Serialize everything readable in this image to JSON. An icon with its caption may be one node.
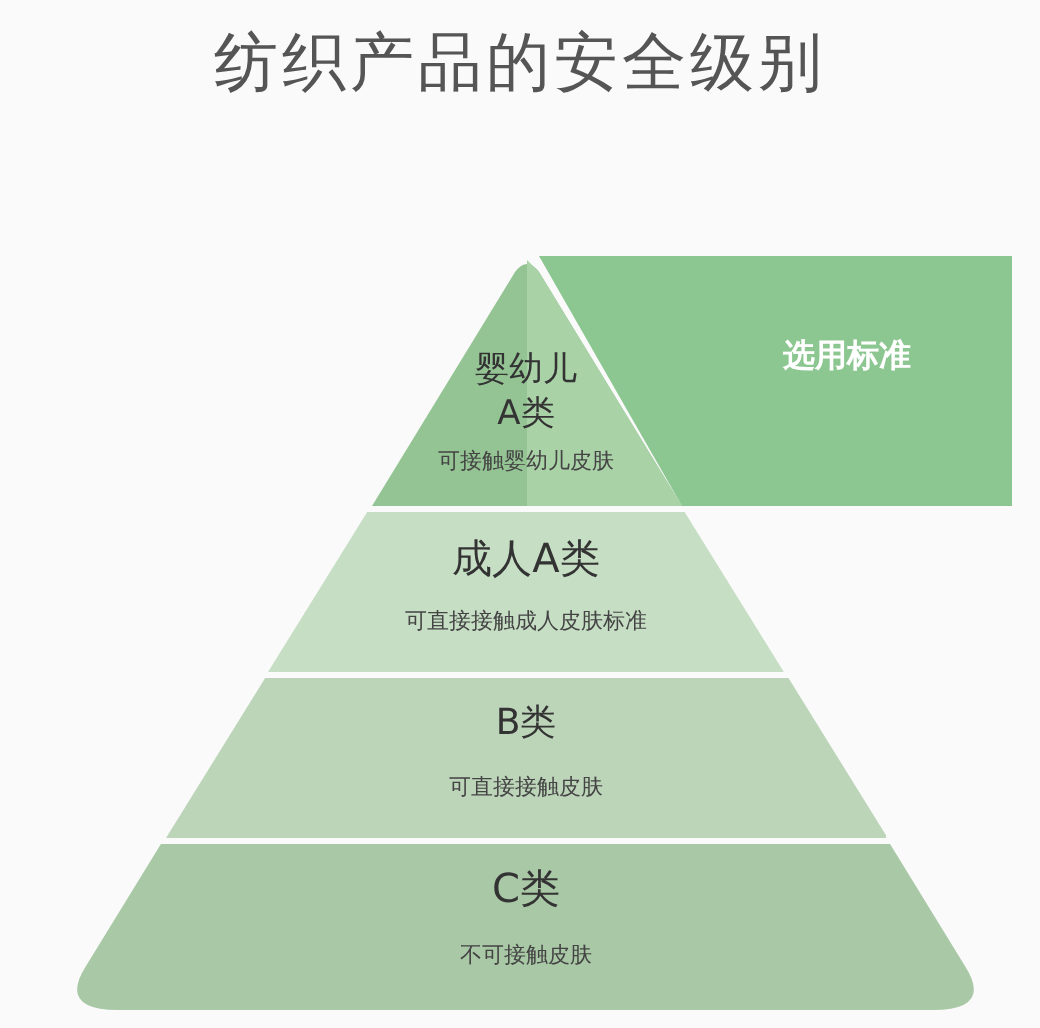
{
  "diagram": {
    "title": "纺织产品的安全级别",
    "nodes": [
      {
        "text": [
          "婴幼儿A类",
          "可接触婴幼儿皮肤"
        ]
      },
      {
        "text": [
          "选用标准"
        ]
      },
      {
        "text": [
          "成人A类",
          "可直接接触成人皮肤标准"
        ]
      },
      {
        "text": [
          "B类",
          "可直接接触皮肤"
        ]
      },
      {
        "text": [
          "C类",
          "不可接触皮肤"
        ]
      }
    ],
    "edges": []
  }
}
